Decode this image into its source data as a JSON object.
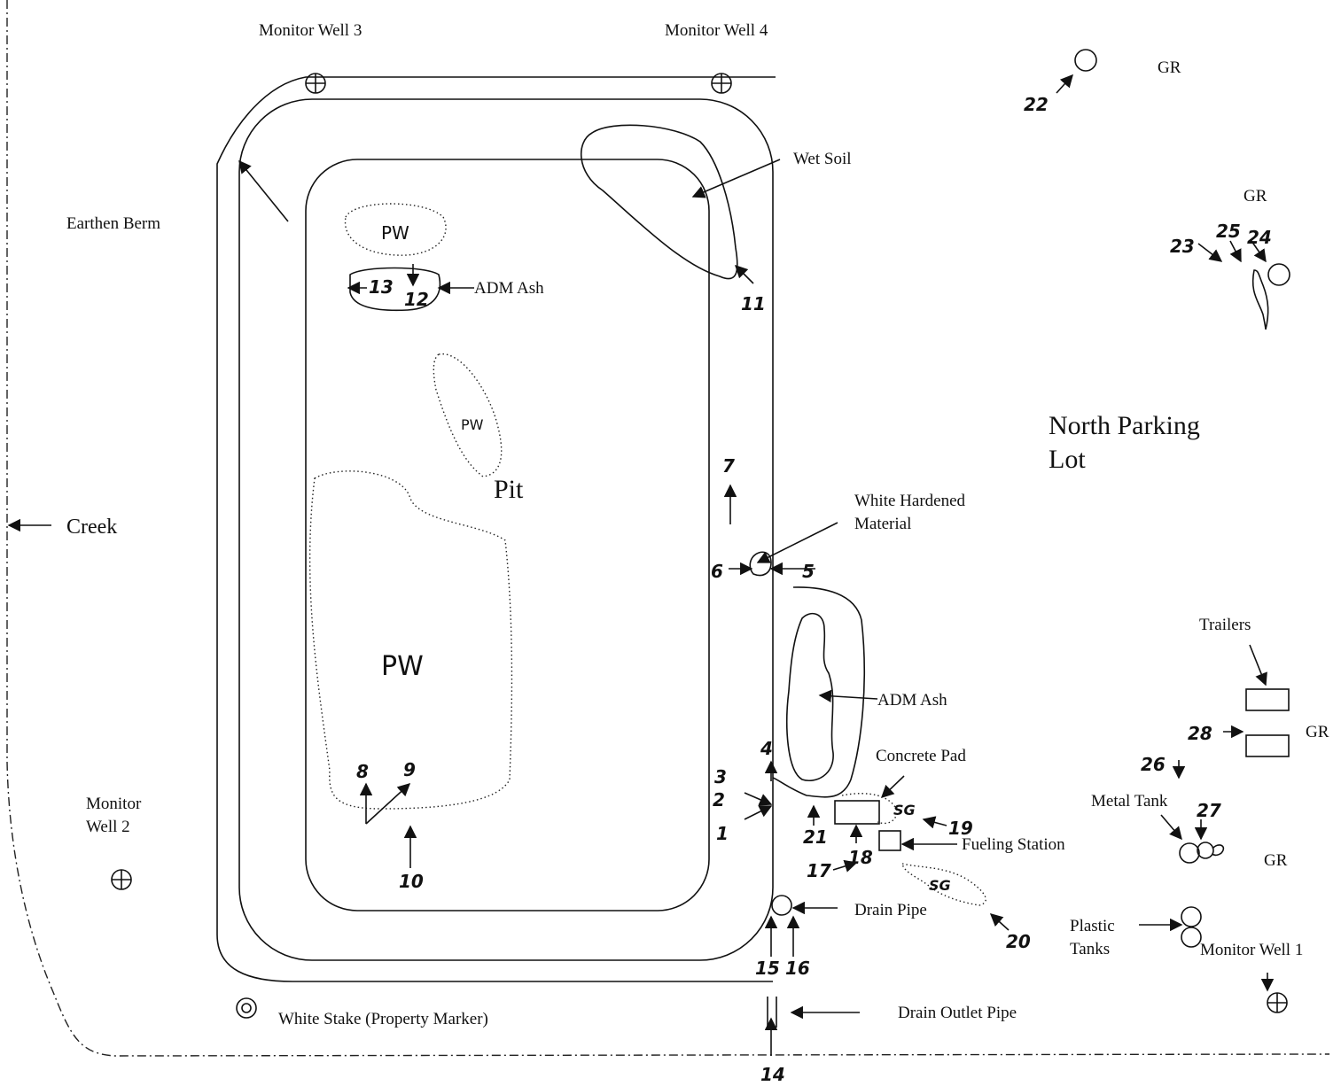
{
  "labels": {
    "monitor_well_3": "Monitor Well 3",
    "monitor_well_4": "Monitor Well 4",
    "monitor_well_2_line1": "Monitor",
    "monitor_well_2_line2": "Well 2",
    "monitor_well_1": "Monitor Well 1",
    "earthen_berm": "Earthen Berm",
    "wet_soil": "Wet Soil",
    "adm_ash_top": "ADM Ash",
    "adm_ash_right": "ADM Ash",
    "creek": "Creek",
    "pit": "Pit",
    "white_hardened_line1": "White Hardened",
    "white_hardened_line2": "Material",
    "north_parking_line1": "North Parking",
    "north_parking_line2": "Lot",
    "trailers": "Trailers",
    "concrete_pad": "Concrete Pad",
    "fueling_station": "Fueling Station",
    "metal_tank": "Metal Tank",
    "drain_pipe": "Drain Pipe",
    "plastic_tanks_line1": "Plastic",
    "plastic_tanks_line2": "Tanks",
    "drain_outlet_pipe": "Drain Outlet Pipe",
    "white_stake": "White Stake (Property Marker)",
    "gr_1": "GR",
    "gr_2": "GR",
    "gr_3": "GR",
    "gr_4": "GR"
  },
  "handwritten": {
    "pw_top": "PW",
    "pw_middle": "PW",
    "pw_large": "PW",
    "sg_upper": "SG",
    "sg_lower": "SG"
  },
  "sample_points": [
    "1",
    "2",
    "3",
    "4",
    "5",
    "6",
    "7",
    "8",
    "9",
    "10",
    "11",
    "12",
    "13",
    "14",
    "15",
    "16",
    "17",
    "18",
    "19",
    "20",
    "21",
    "22",
    "23",
    "24",
    "25",
    "26",
    "27",
    "28"
  ]
}
